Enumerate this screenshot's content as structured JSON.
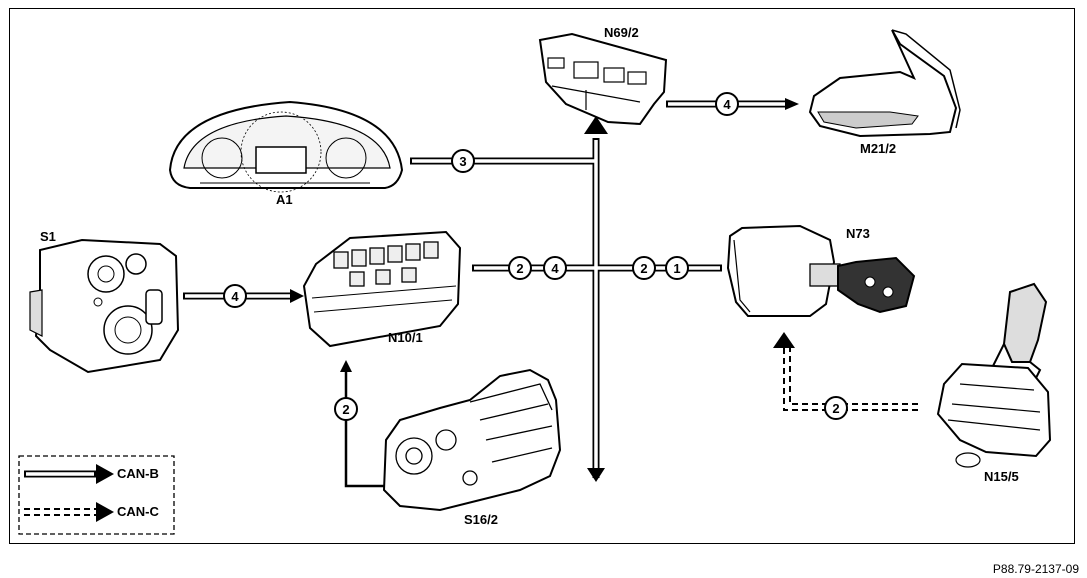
{
  "components": {
    "a1": "A1",
    "s1": "S1",
    "n10_1": "N10/1",
    "n69_2": "N69/2",
    "m21_2": "M21/2",
    "n73": "N73",
    "s16_2": "S16/2",
    "n15_5": "N15/5"
  },
  "connections": {
    "s1_to_n10": "4",
    "a1_line": "3",
    "n10_bus_1": "2",
    "n10_bus_2": "4",
    "n73_bus_1": "2",
    "n73_bus_2": "1",
    "n69_to_m21": "4",
    "s16_to_n10": "2",
    "n15_to_n73": "2"
  },
  "legend": {
    "can_b": "CAN-B",
    "can_c": "CAN-C"
  },
  "figure_id": "P88.79-2137-09"
}
